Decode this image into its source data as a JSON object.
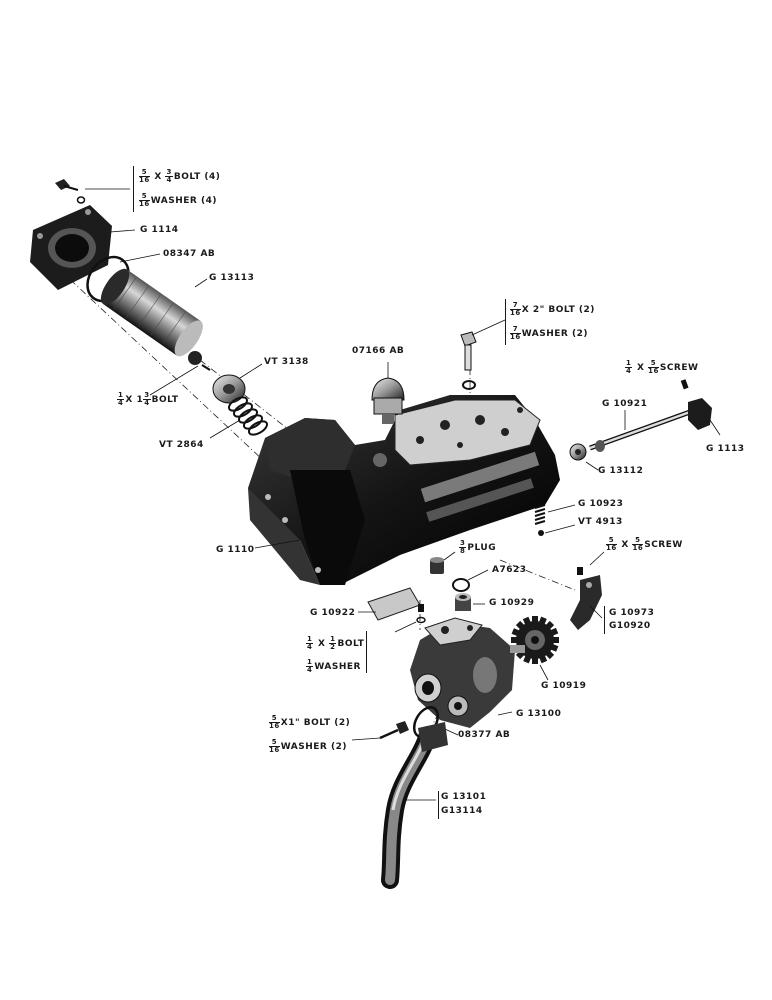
{
  "labels": {
    "bolt_5_16x3_4": {
      "f1n": "5",
      "f1d": "16",
      "f2n": "3",
      "f2d": "4",
      "text": "BOLT (4)"
    },
    "washer_5_16": {
      "f1n": "5",
      "f1d": "16",
      "text": "WASHER (4)"
    },
    "g1114": "G 1114",
    "p08347ab": "08347 AB",
    "g13113": "G 13113",
    "bolt_7_16x2": {
      "f1n": "7",
      "f1d": "16",
      "text": "X 2\" BOLT (2)"
    },
    "washer_7_16": {
      "f1n": "7",
      "f1d": "16",
      "text": "WASHER (2)"
    },
    "p07166ab": "07166 AB",
    "screw_1_4x5_16": {
      "f1n": "1",
      "f1d": "4",
      "f2n": "5",
      "f2d": "16",
      "text": "SCREW"
    },
    "g10921": "G 10921",
    "bolt_1_4x1_3_4": {
      "f1n": "1",
      "f1d": "4",
      "pre": "X 1",
      "f2n": "3",
      "f2d": "4",
      "text": "BOLT"
    },
    "vt3138": "VT 3138",
    "vt2864": "VT 2864",
    "g1113": "G 1113",
    "g13112": "G 13112",
    "g10923": "G 10923",
    "vt4913": "VT 4913",
    "g1110": "G 1110",
    "plug_3_8": {
      "f1n": "3",
      "f1d": "8",
      "text": "PLUG"
    },
    "screw_5_16x5_16": {
      "f1n": "5",
      "f1d": "16",
      "f2n": "5",
      "f2d": "16",
      "text": "SCREW"
    },
    "a7623": "A7623",
    "g10922": "G 10922",
    "g10929": "G 10929",
    "g10973": "G 10973",
    "g10920": "G10920",
    "bolt_1_4x1_2": {
      "f1n": "1",
      "f1d": "4",
      "f2n": "1",
      "f2d": "2",
      "text": "BOLT"
    },
    "washer_1_4": {
      "f1n": "1",
      "f1d": "4",
      "text": "WASHER"
    },
    "g10919": "G 10919",
    "g13100": "G 13100",
    "bolt_5_16x1": {
      "f1n": "5",
      "f1d": "16",
      "text": "X1\" BOLT (2)"
    },
    "washer_5_16_2": {
      "f1n": "5",
      "f1d": "16",
      "text": "WASHER (2)"
    },
    "p08377ab": "08377 AB",
    "g13101": "G 13101",
    "g13114": "G13114"
  }
}
